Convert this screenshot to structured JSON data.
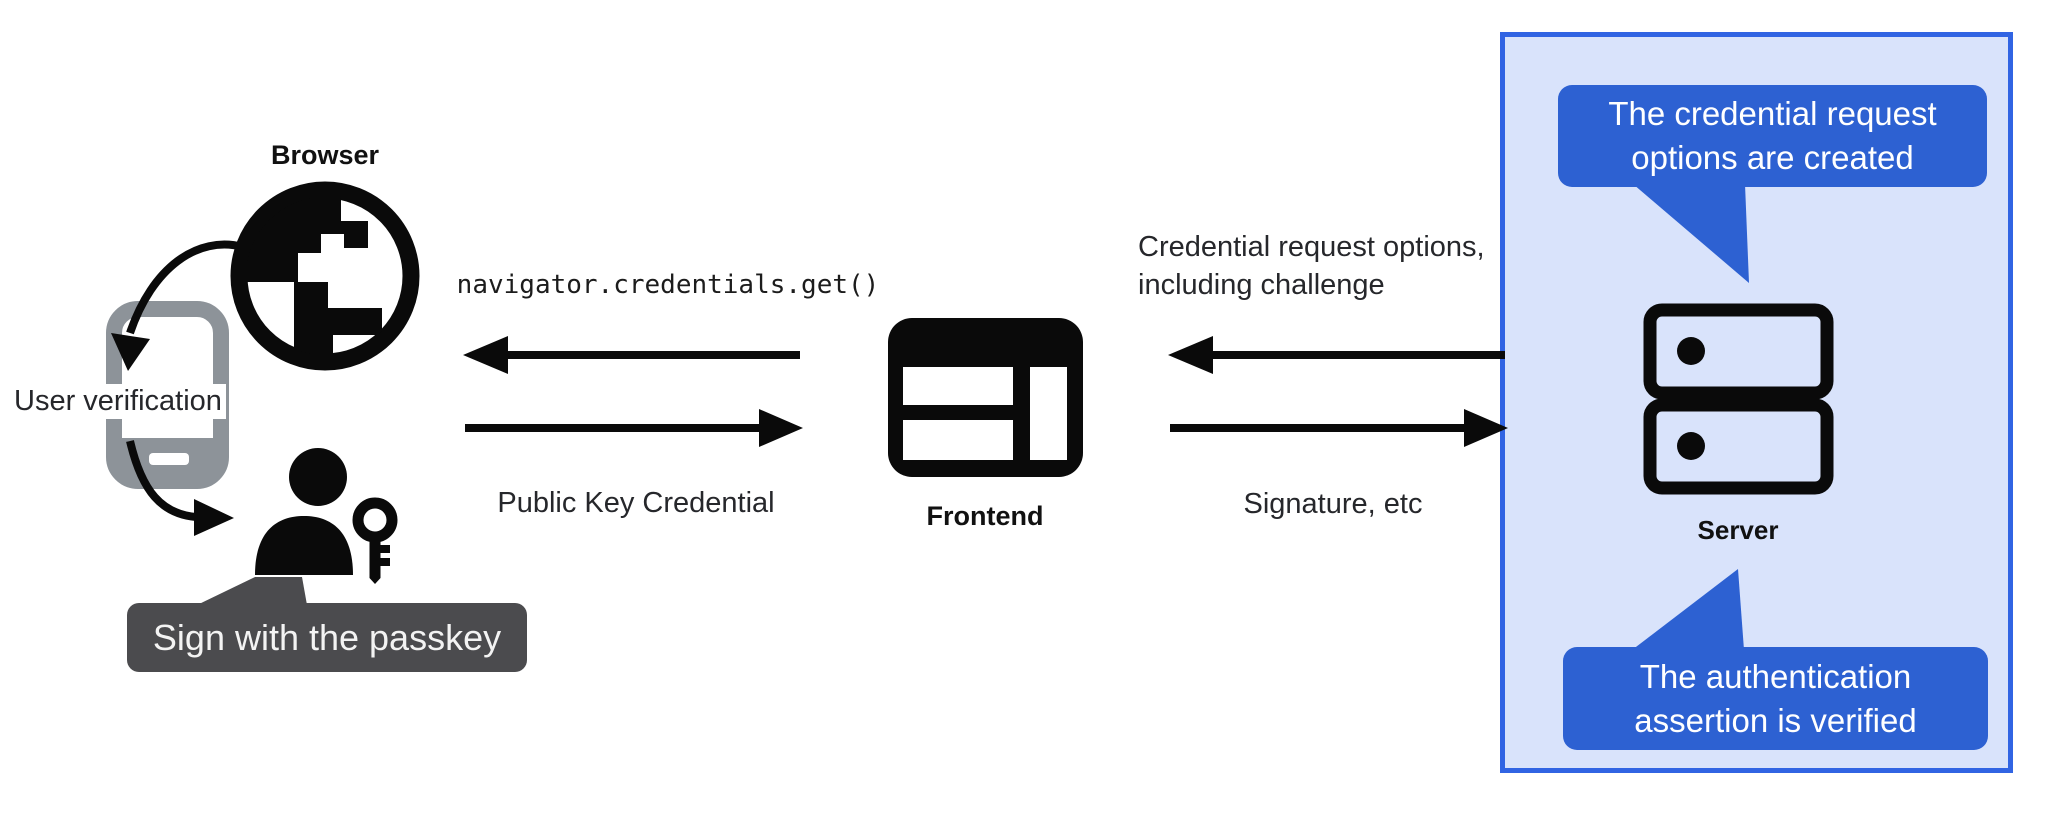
{
  "title": "Passkey authentication flow diagram",
  "colors": {
    "bubble_blue": "#2d61d2",
    "panel_border_blue": "#3164e3",
    "panel_fill_blue": "#d9e3fb",
    "tooltip_gray": "#4b4b4e",
    "phone_gray": "#8d9399",
    "icon_black": "#0a0a0a",
    "background": "#ffffff"
  },
  "left": {
    "browser_label": "Browser",
    "user_verification_label": "User verification",
    "passkey_tooltip": "Sign with the passkey",
    "icons": [
      "globe-icon",
      "phone-icon",
      "person-key-icon"
    ]
  },
  "middle": {
    "code_text": "navigator.credentials.get()",
    "public_key_label": "Public Key Credential",
    "frontend_label": "Frontend",
    "icons": [
      "browser-window-icon"
    ]
  },
  "right": {
    "request_options_line1": "Credential request options,",
    "request_options_line2": "including challenge",
    "signature_label": "Signature, etc",
    "server_label": "Server",
    "top_bubble_line1": "The credential request",
    "top_bubble_line2": "options are created",
    "bottom_bubble_line1": "The authentication",
    "bottom_bubble_line2": "assertion is verified",
    "icons": [
      "server-icon"
    ]
  }
}
